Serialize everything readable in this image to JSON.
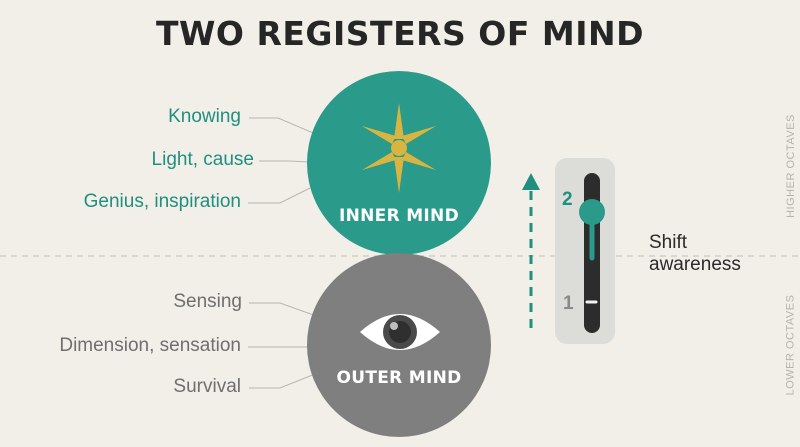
{
  "title": "TWO REGISTERS OF MIND",
  "inner": {
    "title": "INNER MIND",
    "labels": [
      "Knowing",
      "Light, cause",
      "Genius, inspiration"
    ],
    "icon": "sun-star-icon",
    "color": "#2a9a8a"
  },
  "outer": {
    "title": "OUTER MIND",
    "labels": [
      "Sensing",
      "Dimension, sensation",
      "Survival"
    ],
    "icon": "eye-icon",
    "color": "#7f7f7f"
  },
  "side": {
    "upper": "HIGHER OCTAVES",
    "lower": "LOWER OCTAVES"
  },
  "slider": {
    "label_line1": "Shift",
    "label_line2": "awareness",
    "level_high": "2",
    "level_low": "1"
  },
  "colors": {
    "accent": "#1f8f80",
    "gold": "#d8b440",
    "background": "#f1efe8"
  }
}
